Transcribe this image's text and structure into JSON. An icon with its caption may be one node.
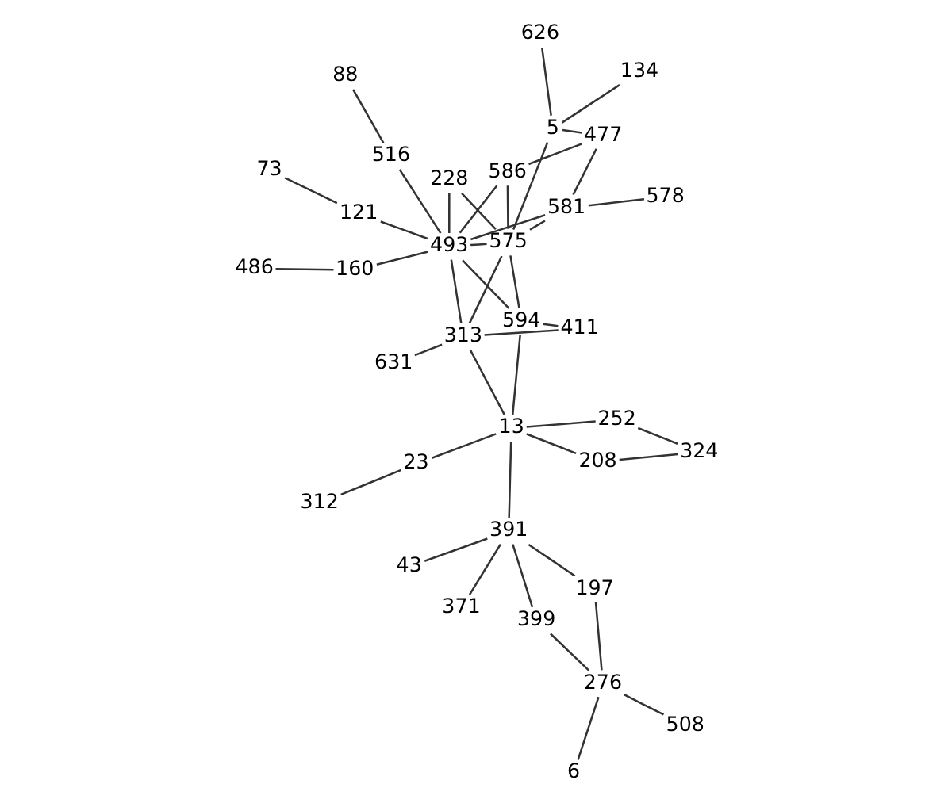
{
  "diagram": {
    "nodes": [
      {
        "text": [
          "312"
        ]
      },
      {
        "text": [
          "324"
        ]
      },
      {
        "text": [
          "371"
        ]
      },
      {
        "text": [
          "43"
        ]
      },
      {
        "text": [
          "508"
        ]
      },
      {
        "text": [
          "23"
        ]
      },
      {
        "text": [
          "208"
        ]
      },
      {
        "text": [
          "252"
        ]
      },
      {
        "text": [
          "399"
        ]
      },
      {
        "text": [
          "276"
        ]
      },
      {
        "text": [
          "391"
        ]
      },
      {
        "text": [
          "6"
        ]
      },
      {
        "text": [
          "13"
        ]
      },
      {
        "text": [
          "197"
        ]
      },
      {
        "text": [
          "411"
        ]
      },
      {
        "text": [
          "594"
        ]
      },
      {
        "text": [
          "313"
        ]
      },
      {
        "text": [
          "73"
        ]
      },
      {
        "text": [
          "631"
        ]
      },
      {
        "text": [
          "121"
        ]
      },
      {
        "text": [
          "486"
        ]
      },
      {
        "text": [
          "160"
        ]
      },
      {
        "text": [
          "493"
        ]
      },
      {
        "text": [
          "575"
        ]
      },
      {
        "text": [
          "228"
        ]
      },
      {
        "text": [
          "581"
        ]
      },
      {
        "text": [
          "586"
        ]
      },
      {
        "text": [
          "516"
        ]
      },
      {
        "text": [
          "5"
        ]
      },
      {
        "text": [
          "578"
        ]
      },
      {
        "text": [
          "134"
        ]
      },
      {
        "text": [
          "477"
        ]
      },
      {
        "text": [
          "626"
        ]
      },
      {
        "text": [
          "88"
        ]
      }
    ],
    "edges": [
      {
        "from": 0,
        "to": 5,
        "arrow": "none"
      },
      {
        "from": 5,
        "to": 12,
        "arrow": "none"
      },
      {
        "from": 1,
        "to": 6,
        "arrow": "none"
      },
      {
        "from": 1,
        "to": 7,
        "arrow": "none"
      },
      {
        "from": 7,
        "to": 12,
        "arrow": "none"
      },
      {
        "from": 6,
        "to": 12,
        "arrow": "none"
      },
      {
        "from": 12,
        "to": 10,
        "arrow": "none"
      },
      {
        "from": 2,
        "to": 10,
        "arrow": "none"
      },
      {
        "from": 3,
        "to": 10,
        "arrow": "none"
      },
      {
        "from": 10,
        "to": 8,
        "arrow": "none"
      },
      {
        "from": 10,
        "to": 13,
        "arrow": "none"
      },
      {
        "from": 8,
        "to": 9,
        "arrow": "none"
      },
      {
        "from": 13,
        "to": 9,
        "arrow": "none"
      },
      {
        "from": 4,
        "to": 9,
        "arrow": "none"
      },
      {
        "from": 9,
        "to": 11,
        "arrow": "none"
      },
      {
        "from": 12,
        "to": 15,
        "arrow": "none"
      },
      {
        "from": 12,
        "to": 16,
        "arrow": "none"
      },
      {
        "from": 14,
        "to": 15,
        "arrow": "none"
      },
      {
        "from": 14,
        "to": 16,
        "arrow": "none"
      },
      {
        "from": 16,
        "to": 18,
        "arrow": "none"
      },
      {
        "from": 15,
        "to": 22,
        "arrow": "none"
      },
      {
        "from": 15,
        "to": 23,
        "arrow": "none"
      },
      {
        "from": 16,
        "to": 22,
        "arrow": "none"
      },
      {
        "from": 16,
        "to": 23,
        "arrow": "none"
      },
      {
        "from": 17,
        "to": 19,
        "arrow": "none"
      },
      {
        "from": 19,
        "to": 22,
        "arrow": "none"
      },
      {
        "from": 20,
        "to": 21,
        "arrow": "none"
      },
      {
        "from": 21,
        "to": 22,
        "arrow": "none"
      },
      {
        "from": 22,
        "to": 23,
        "arrow": "none"
      },
      {
        "from": 22,
        "to": 24,
        "arrow": "none"
      },
      {
        "from": 23,
        "to": 24,
        "arrow": "none"
      },
      {
        "from": 22,
        "to": 25,
        "arrow": "none"
      },
      {
        "from": 22,
        "to": 26,
        "arrow": "none"
      },
      {
        "from": 22,
        "to": 27,
        "arrow": "none"
      },
      {
        "from": 23,
        "to": 25,
        "arrow": "none"
      },
      {
        "from": 23,
        "to": 26,
        "arrow": "none"
      },
      {
        "from": 23,
        "to": 28,
        "arrow": "none"
      },
      {
        "from": 25,
        "to": 29,
        "arrow": "none"
      },
      {
        "from": 25,
        "to": 31,
        "arrow": "none"
      },
      {
        "from": 26,
        "to": 31,
        "arrow": "none"
      },
      {
        "from": 28,
        "to": 31,
        "arrow": "none"
      },
      {
        "from": 28,
        "to": 30,
        "arrow": "none"
      },
      {
        "from": 28,
        "to": 32,
        "arrow": "none"
      },
      {
        "from": 27,
        "to": 33,
        "arrow": "none"
      }
    ]
  }
}
